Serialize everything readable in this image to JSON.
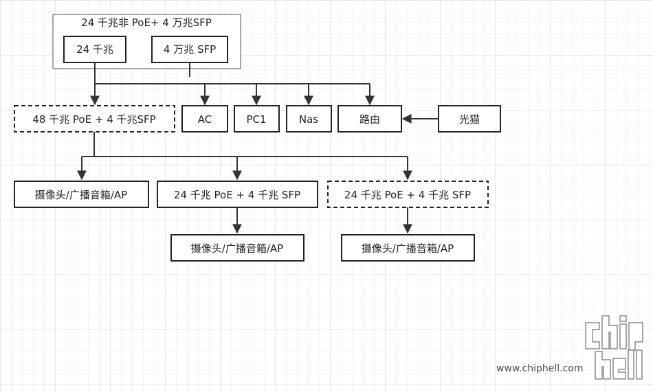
{
  "diagram": {
    "top_switch": {
      "title": "24 千兆非 PoE+ 4 万兆SFP",
      "port_gbe": "24 千兆",
      "port_sfp": "4 万兆 SFP"
    },
    "poe48": "48 千兆 PoE + 4 千兆SFP",
    "ac": "AC",
    "pc1": "PC1",
    "nas": "Nas",
    "router": "路由",
    "modem": "光猫",
    "endpoint_1": "摄像头/广播音箱/AP",
    "poe24_a": "24 千兆 PoE + 4 千兆 SFP",
    "poe24_b": "24 千兆 PoE + 4 千兆 SFP",
    "endpoint_2": "摄像头/广播音箱/AP",
    "endpoint_3": "摄像头/广播音箱/AP"
  },
  "watermark": {
    "logo": "chip hell",
    "url": "www.chiphell.com"
  },
  "colors": {
    "stroke": "#222222",
    "grid": "#e6e6e6",
    "group_border": "#888888"
  }
}
